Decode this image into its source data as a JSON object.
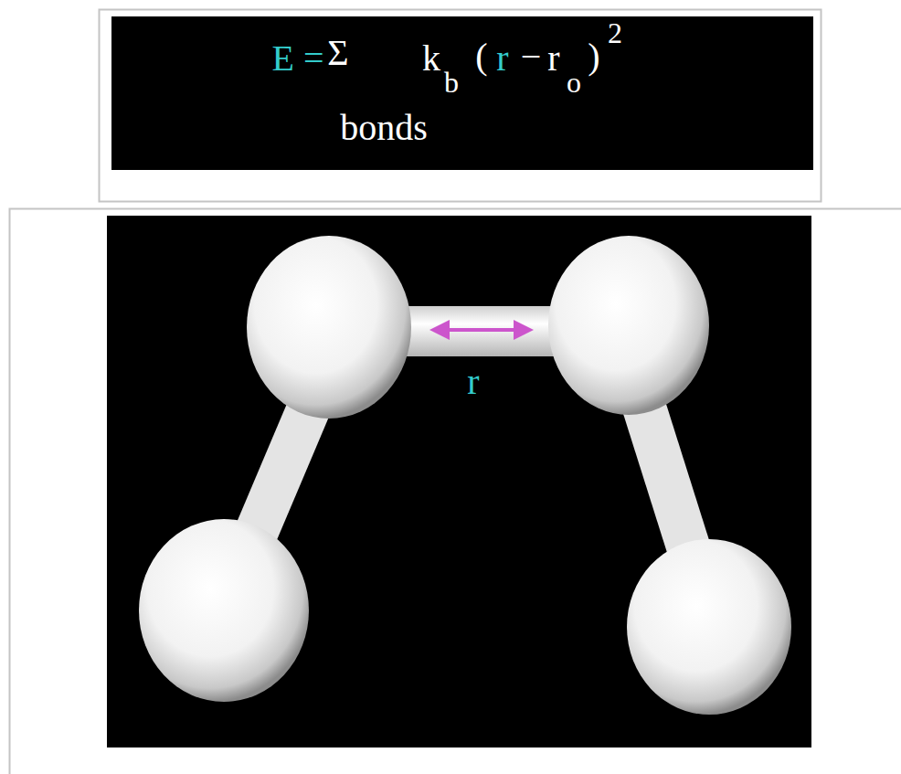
{
  "diagram": {
    "labels": [
      "E =",
      "Σ",
      "bonds",
      "k",
      "b",
      "(",
      "r",
      "−",
      "r",
      "o",
      ")",
      "2",
      "r"
    ]
  }
}
